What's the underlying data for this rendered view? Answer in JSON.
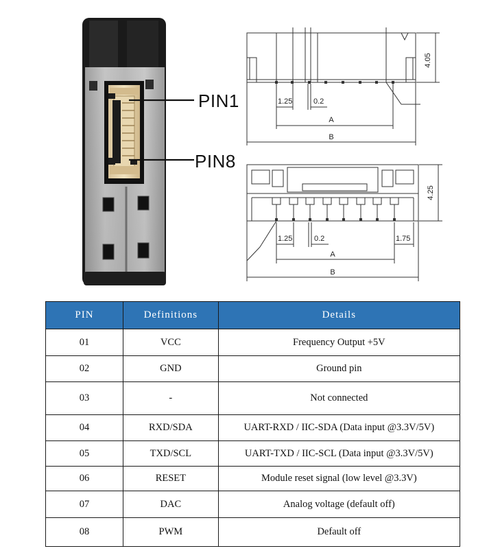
{
  "figure": {
    "pin_labels": [
      "PIN1",
      "PIN8"
    ],
    "top_view": {
      "height_dim": "4.05",
      "pitch_dim": "1.25",
      "pin_width_dim": "0.2",
      "dim_a": "A",
      "dim_b": "B"
    },
    "bottom_view": {
      "height_dim": "4.25",
      "pitch_dim": "1.25",
      "pin_width_dim": "0.2",
      "edge_dim": "1.75",
      "dim_a": "A",
      "dim_b": "B"
    }
  },
  "table": {
    "headers": [
      "PIN",
      "Definitions",
      "Details"
    ],
    "rows": [
      {
        "pin": "01",
        "definition": "VCC",
        "details": "Frequency Output +5V"
      },
      {
        "pin": "02",
        "definition": "GND",
        "details": "Ground pin"
      },
      {
        "pin": "03",
        "definition": "-",
        "details": "Not connected"
      },
      {
        "pin": "04",
        "definition": "RXD/SDA",
        "details": "UART-RXD / IIC-SDA (Data input @3.3V/5V)"
      },
      {
        "pin": "05",
        "definition": "TXD/SCL",
        "details": "UART-TXD / IIC-SCL (Data input @3.3V/5V)"
      },
      {
        "pin": "06",
        "definition": "RESET",
        "details": "Module reset signal (low level @3.3V)"
      },
      {
        "pin": "07",
        "definition": "DAC",
        "details": "Analog voltage (default off)"
      },
      {
        "pin": "08",
        "definition": "PWM",
        "details": "Default off"
      }
    ]
  }
}
